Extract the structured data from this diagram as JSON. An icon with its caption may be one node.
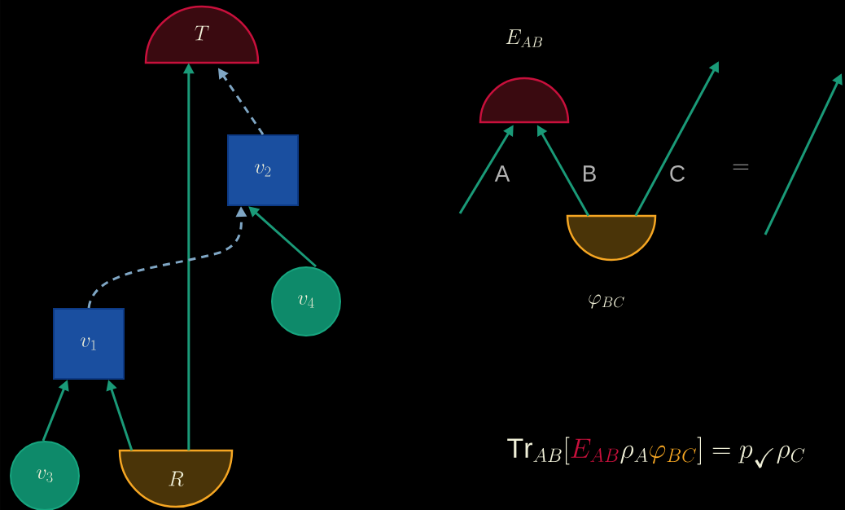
{
  "diagram": {
    "nodes": [
      {
        "text": [
          "T"
        ]
      },
      {
        "text": [
          "v_2"
        ]
      },
      {
        "text": [
          "v_4"
        ]
      },
      {
        "text": [
          "v_1"
        ]
      },
      {
        "text": [
          "v_3"
        ]
      },
      {
        "text": [
          "R"
        ]
      },
      {
        "text": [
          "E_{AB}"
        ]
      },
      {
        "text": [
          "\\varphi_{BC}"
        ]
      }
    ],
    "edges": [
      {
        "from": 5,
        "to": 0,
        "arrow": "to"
      },
      {
        "from": 1,
        "to": 0,
        "arrow": "to",
        "style": "dashed",
        "color": "#7fa6c4"
      },
      {
        "from": 2,
        "to": 1,
        "arrow": "to"
      },
      {
        "from": 3,
        "to": 1,
        "arrow": "to",
        "style": "dashed",
        "color": "#7fa6c4"
      },
      {
        "from": 4,
        "to": 3,
        "arrow": "to"
      },
      {
        "from": 5,
        "to": 3,
        "arrow": "to"
      },
      {
        "from": null,
        "to": 6,
        "arrow": "to",
        "label": "A"
      },
      {
        "from": 7,
        "to": 6,
        "arrow": "to",
        "label": "B"
      },
      {
        "from": 7,
        "to": null,
        "arrow": "to",
        "label": "C"
      }
    ],
    "labels": [
      "=",
      "\\mathrm{Tr}_{AB}[",
      "E_{AB}",
      "\\rho_A",
      "\\varphi_{BC}",
      "] = p_{\\checkmark}\\rho_C"
    ]
  }
}
